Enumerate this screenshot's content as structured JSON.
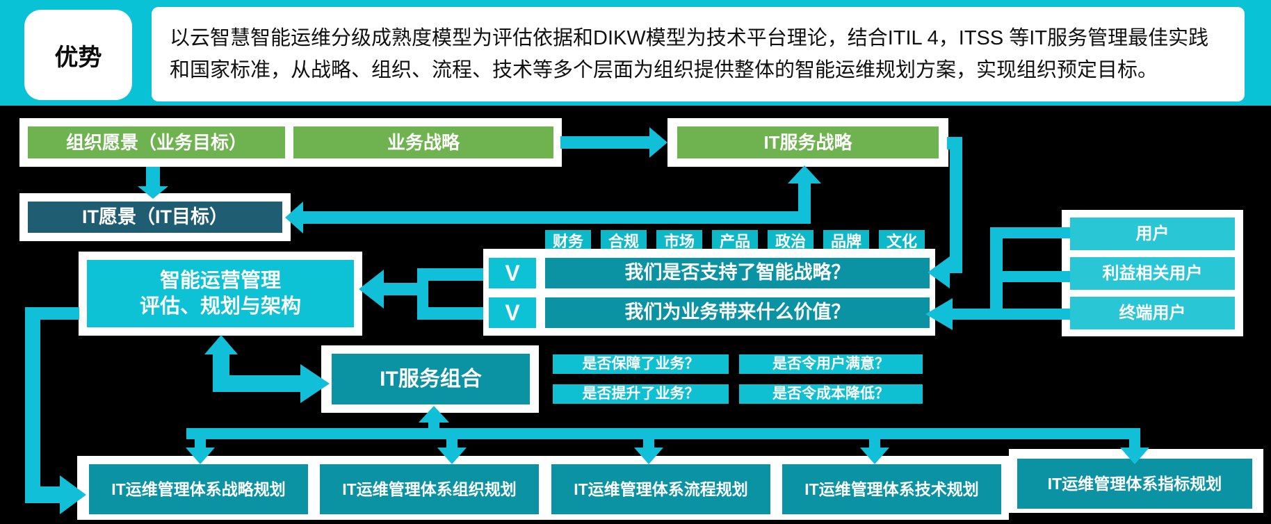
{
  "banner": {
    "tag": "优势",
    "description": "以云智慧智能运维分级成熟度模型为评估依据和DIKW模型为技术平台理论，结合ITIL 4，ITSS 等IT服务管理最佳实践和国家标准，从战略、组织、流程、技术等多个层面为组织提供整体的智能运维规划方案，实现组织预定目标。"
  },
  "strategy_row": {
    "org_vision": "组织愿景（业务目标）",
    "biz_strategy": "业务战略",
    "it_service_strategy": "IT服务战略"
  },
  "it_vision": {
    "label": "IT愿景（IT目标）"
  },
  "smart_ops": {
    "line1": "智能运营管理",
    "line2": "评估、规划与架构"
  },
  "factors": [
    "财务",
    "合规",
    "市场",
    "产品",
    "政治",
    "品牌",
    "文化"
  ],
  "questions": [
    {
      "marker": "V",
      "text": "我们是否支持了智能战略？"
    },
    {
      "marker": "V",
      "text": "我们为业务带来什么价值？"
    }
  ],
  "users": [
    "用户",
    "利益相关用户",
    "终端用户"
  ],
  "service_portfolio": {
    "label": "IT服务组合",
    "checks": [
      "是否保障了业务？",
      "是否令用户满意？",
      "是否提升了业务？",
      "是否令成本降低？"
    ]
  },
  "plans": [
    "IT运维管理体系战略规划",
    "IT运维管理体系组织规划",
    "IT运维管理体系流程规划",
    "IT运维管理体系技术规划",
    "IT运维管理体系指标规划"
  ],
  "colors": {
    "banner_cyan": "#0ac2d5",
    "arrow_cyan": "#12bfd8",
    "green": "#6fb350",
    "dark_navy_teal": "#1f5e72",
    "teal_dark": "#0b93a3",
    "cyan_box": "#0cc2d4",
    "cyan_small": "#0db8c9",
    "cyan_light": "#29c7d5",
    "check_cyan": "#0fc0d2"
  }
}
